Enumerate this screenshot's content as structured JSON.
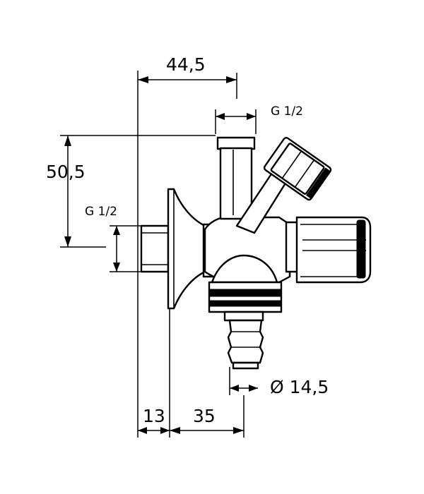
{
  "drawing": {
    "dimensions": {
      "top_width": "44,5",
      "height": "50,5",
      "inlet_thread": "G 1/2",
      "outlet_thread": "G 1/2",
      "hose_diameter": "Ø 14,5",
      "wall_thickness": "13",
      "hose_offset": "35"
    }
  }
}
